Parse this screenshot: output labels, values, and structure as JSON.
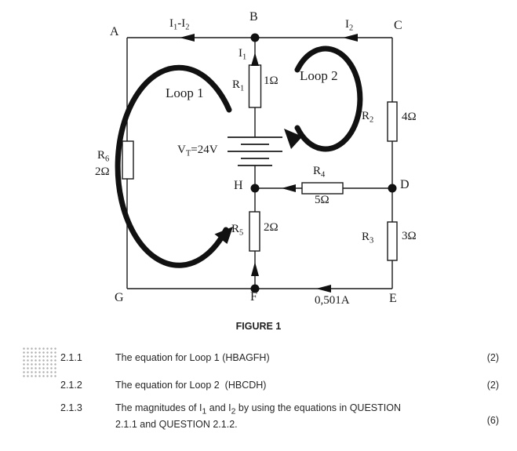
{
  "caption": "FIGURE 1",
  "circuit": {
    "nodes": {
      "a": "A",
      "b": "B",
      "c": "C",
      "d": "D",
      "e": "E",
      "f": "F",
      "g": "G",
      "h": "H"
    },
    "resistors": {
      "r1": {
        "name": "R",
        "sub": "1",
        "value": "1Ω"
      },
      "r2": {
        "name": "R",
        "sub": "2",
        "value": "4Ω"
      },
      "r3": {
        "name": "R",
        "sub": "3",
        "value": "3Ω"
      },
      "r4": {
        "name": "R",
        "sub": "4",
        "value": "5Ω"
      },
      "r5": {
        "name": "R",
        "sub": "5",
        "value": "2Ω"
      },
      "r6": {
        "name": "R",
        "sub": "6",
        "value": "2Ω"
      }
    },
    "battery": {
      "name": "V",
      "sub": "T",
      "rest": "=24V"
    },
    "currents": {
      "i1": {
        "name": "I",
        "sub": "1"
      },
      "i2": {
        "name": "I",
        "sub": "2"
      },
      "i1_minus_i2": {
        "p1": "I",
        "s1": "1",
        "p2": "-I",
        "s2": "2"
      },
      "branch_fe": "0,501A"
    },
    "loops": {
      "loop1": "Loop 1",
      "loop2": "Loop 2"
    }
  },
  "questions": {
    "items": [
      {
        "number": "2.1.1",
        "text": "The equation for Loop 1 (HBAGFH)",
        "marks": "(2)"
      },
      {
        "number": "2.1.2",
        "text": "The equation for Loop 2  (HBCDH)",
        "marks": "(2)"
      },
      {
        "number": "2.1.3",
        "line1_a": "The magnitudes of I",
        "line1_s1": "1",
        "line1_b": " and I",
        "line1_s2": "2",
        "line1_c": " by using the equations in QUESTION",
        "line2": "2.1.1 and QUESTION 2.1.2.",
        "marks": "(6)"
      }
    ]
  }
}
